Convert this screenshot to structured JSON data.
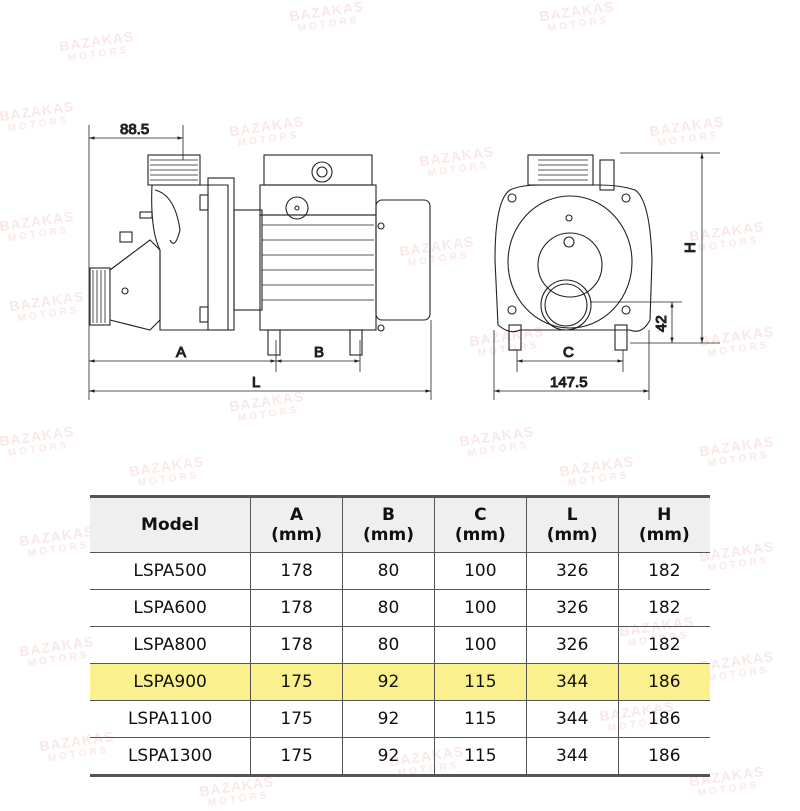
{
  "watermark": {
    "brand": "BAZAKAS",
    "sub": "MOTORS"
  },
  "drawing": {
    "dimensions": {
      "top_offset": "88.5",
      "A": "A",
      "B": "B",
      "L": "L",
      "C": "C",
      "width": "147.5",
      "H": "H",
      "outlet_height": "42"
    }
  },
  "table": {
    "headers": [
      {
        "line1": "Model",
        "line2": ""
      },
      {
        "line1": "A",
        "line2": "(mm)"
      },
      {
        "line1": "B",
        "line2": "(mm)"
      },
      {
        "line1": "C",
        "line2": "(mm)"
      },
      {
        "line1": "L",
        "line2": "(mm)"
      },
      {
        "line1": "H",
        "line2": "(mm)"
      }
    ],
    "rows": [
      {
        "model": "LSPA500",
        "A": "178",
        "B": "80",
        "C": "100",
        "L": "326",
        "H": "182",
        "highlighted": false
      },
      {
        "model": "LSPA600",
        "A": "178",
        "B": "80",
        "C": "100",
        "L": "326",
        "H": "182",
        "highlighted": false
      },
      {
        "model": "LSPA800",
        "A": "178",
        "B": "80",
        "C": "100",
        "L": "326",
        "H": "182",
        "highlighted": false
      },
      {
        "model": "LSPA900",
        "A": "175",
        "B": "92",
        "C": "115",
        "L": "344",
        "H": "186",
        "highlighted": true
      },
      {
        "model": "LSPA1100",
        "A": "175",
        "B": "92",
        "C": "115",
        "L": "344",
        "H": "186",
        "highlighted": false
      },
      {
        "model": "LSPA1300",
        "A": "175",
        "B": "92",
        "C": "115",
        "L": "344",
        "H": "186",
        "highlighted": false
      }
    ],
    "highlight_color": "#fbf08e"
  }
}
